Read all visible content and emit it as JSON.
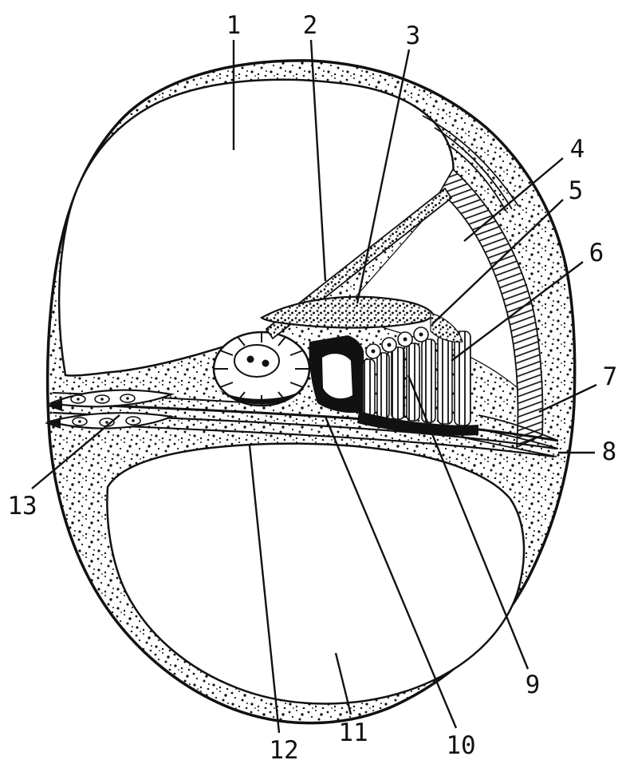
{
  "diagram": {
    "ink_color": "#111111",
    "paper_color": "#ffffff",
    "labels": [
      {
        "text": "1"
      },
      {
        "text": "2"
      },
      {
        "text": "3"
      },
      {
        "text": "4"
      },
      {
        "text": "5"
      },
      {
        "text": "6"
      },
      {
        "text": "7"
      },
      {
        "text": "8"
      },
      {
        "text": "9"
      },
      {
        "text": "10"
      },
      {
        "text": "11"
      },
      {
        "text": "12"
      },
      {
        "text": "13"
      }
    ]
  }
}
